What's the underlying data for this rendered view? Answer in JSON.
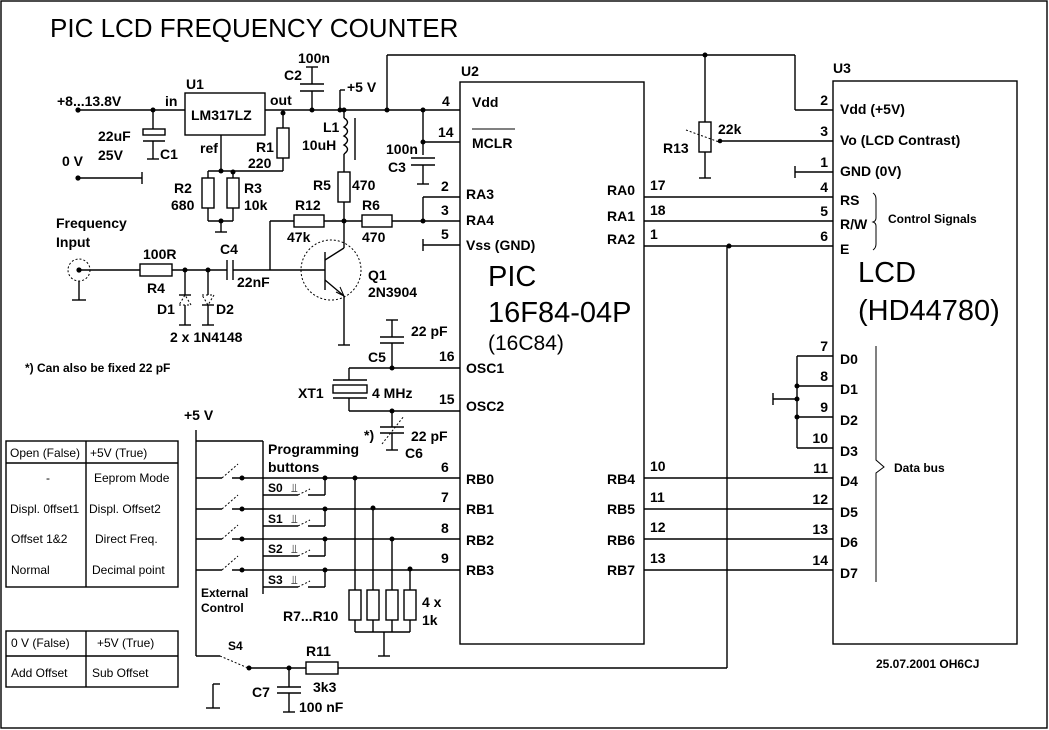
{
  "title": "PIC LCD FREQUENCY COUNTER",
  "signature": "25.07.2001 OH6CJ",
  "power": {
    "input_label": "+8...13.8V",
    "ground_label": "0 V",
    "rail_label": "+5 V",
    "rail_label_buttons": "+5 V"
  },
  "u1": {
    "ref": "U1",
    "part": "LM317LZ",
    "pin_in": "in",
    "pin_out": "out",
    "pin_ref": "ref"
  },
  "u2": {
    "ref": "U2",
    "part_line1": "PIC",
    "part_line2": "16F84-04P",
    "part_line3": "(16C84)",
    "left_pins": [
      {
        "num": "4",
        "name": "Vdd"
      },
      {
        "num": "14",
        "name": "MCLR"
      },
      {
        "num": "2",
        "name": "RA3"
      },
      {
        "num": "3",
        "name": "RA4"
      },
      {
        "num": "5",
        "name": "Vss (GND)"
      },
      {
        "num": "16",
        "name": "OSC1"
      },
      {
        "num": "15",
        "name": "OSC2"
      },
      {
        "num": "6",
        "name": "RB0"
      },
      {
        "num": "7",
        "name": "RB1"
      },
      {
        "num": "8",
        "name": "RB2"
      },
      {
        "num": "9",
        "name": "RB3"
      }
    ],
    "right_pins": [
      {
        "num": "17",
        "name": "RA0"
      },
      {
        "num": "18",
        "name": "RA1"
      },
      {
        "num": "1",
        "name": "RA2"
      },
      {
        "num": "10",
        "name": "RB4"
      },
      {
        "num": "11",
        "name": "RB5"
      },
      {
        "num": "12",
        "name": "RB6"
      },
      {
        "num": "13",
        "name": "RB7"
      }
    ]
  },
  "u3": {
    "ref": "U3",
    "part_line1": "LCD",
    "part_line2": "(HD44780)",
    "pins": [
      {
        "num": "2",
        "name": "Vdd (+5V)"
      },
      {
        "num": "3",
        "name": "Vo (LCD Contrast)"
      },
      {
        "num": "1",
        "name": "GND (0V)"
      },
      {
        "num": "4",
        "name": "RS"
      },
      {
        "num": "5",
        "name": "R/W"
      },
      {
        "num": "6",
        "name": "E"
      },
      {
        "num": "7",
        "name": "D0"
      },
      {
        "num": "8",
        "name": "D1"
      },
      {
        "num": "9",
        "name": "D2"
      },
      {
        "num": "10",
        "name": "D3"
      },
      {
        "num": "11",
        "name": "D4"
      },
      {
        "num": "12",
        "name": "D5"
      },
      {
        "num": "13",
        "name": "D6"
      },
      {
        "num": "14",
        "name": "D7"
      }
    ],
    "control_signals_label": "Control Signals",
    "data_bus_label": "Data bus"
  },
  "components": {
    "c1": {
      "ref": "C1",
      "value1": "22uF",
      "value2": "25V"
    },
    "c2": {
      "ref": "C2",
      "value": "100n"
    },
    "c3": {
      "ref": "C3",
      "value": "100n"
    },
    "c4": {
      "ref": "C4",
      "value": "22nF"
    },
    "c5": {
      "ref": "C5",
      "value": "22 pF"
    },
    "c6": {
      "ref": "C6",
      "value": "22 pF",
      "note_mark": "*)"
    },
    "c7": {
      "ref": "C7",
      "value": "100 nF"
    },
    "r1": {
      "ref": "R1",
      "value": "220"
    },
    "r2": {
      "ref": "R2",
      "value": "680"
    },
    "r3": {
      "ref": "R3",
      "value": "10k"
    },
    "r4": {
      "ref": "R4",
      "value": "100R"
    },
    "r5": {
      "ref": "R5",
      "value": "470"
    },
    "r6": {
      "ref": "R6",
      "value": "470"
    },
    "r7_10": {
      "ref": "R7...R10",
      "value1": "4 x",
      "value2": "1k"
    },
    "r11": {
      "ref": "R11",
      "value": "3k3"
    },
    "r12": {
      "ref": "R12",
      "value": "47k"
    },
    "r13": {
      "ref": "R13",
      "value": "22k"
    },
    "l1": {
      "ref": "L1",
      "value": "10uH"
    },
    "q1": {
      "ref": "Q1",
      "value": "2N3904"
    },
    "d1": {
      "ref": "D1"
    },
    "d2": {
      "ref": "D2"
    },
    "diodes_value": "2 x 1N4148",
    "xt1": {
      "ref": "XT1",
      "value": "4 MHz"
    }
  },
  "frequency_input": {
    "line1": "Frequency",
    "line2": "Input"
  },
  "footnote": "*) Can also be fixed 22 pF",
  "buttons": {
    "group_label_1": "Programming",
    "group_label_2": "buttons",
    "external_label_1": "External",
    "external_label_2": "Control",
    "switches": [
      "S0",
      "S1",
      "S2",
      "S3"
    ],
    "s4": "S4"
  },
  "table1": {
    "headers": [
      "Open (False)",
      "+5V  (True)"
    ],
    "rows": [
      [
        "-",
        "Eeprom Mode"
      ],
      [
        "Displ. 0ffset1",
        "Displ. Offset2"
      ],
      [
        "Offset 1&2",
        "Direct Freq."
      ],
      [
        "Normal",
        "Decimal point"
      ]
    ]
  },
  "table2": {
    "headers": [
      "0 V (False)",
      "+5V  (True)"
    ],
    "rows": [
      [
        "Add Offset",
        "Sub Offset"
      ]
    ]
  }
}
